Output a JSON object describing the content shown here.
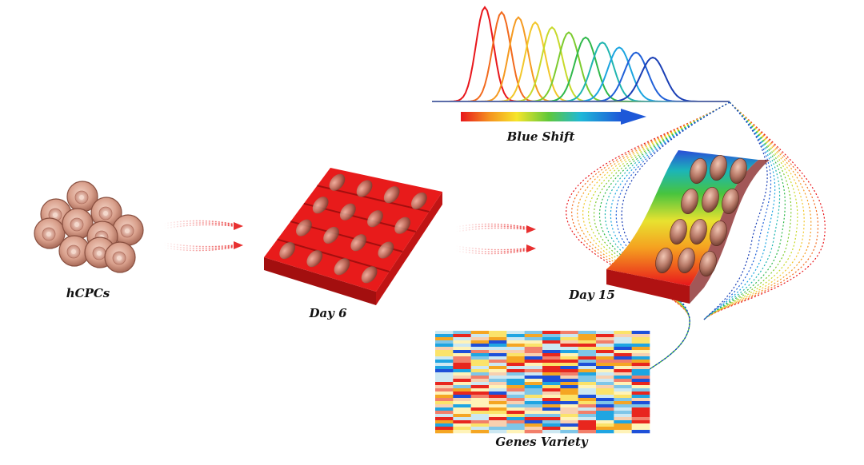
{
  "labels": {
    "hcpcs": "hCPCs",
    "day6": "Day 6",
    "day15": "Day 15",
    "blue_shift": "Blue Shift",
    "genes_variety": "Genes Variety"
  },
  "spectrum": {
    "peak_colors": [
      "#e8161b",
      "#f26a1d",
      "#f59a20",
      "#f2c72a",
      "#c7d92a",
      "#7ccb2e",
      "#2fb84a",
      "#1fb5b0",
      "#1aa4e0",
      "#2060d8",
      "#1a3fb5"
    ]
  },
  "colors": {
    "cell_fill": "#d9a08c",
    "cell_stroke": "#8a5040",
    "patch_red": "#e81b1b",
    "arrow": "#e83030"
  },
  "heatmap_palette": [
    "#e8261e",
    "#f5a623",
    "#fbe36a",
    "#fff3b8",
    "#cde8f2",
    "#7fc6e8",
    "#1fa5e2",
    "#1e50d8",
    "#f27f6a",
    "#f8d0b0"
  ]
}
